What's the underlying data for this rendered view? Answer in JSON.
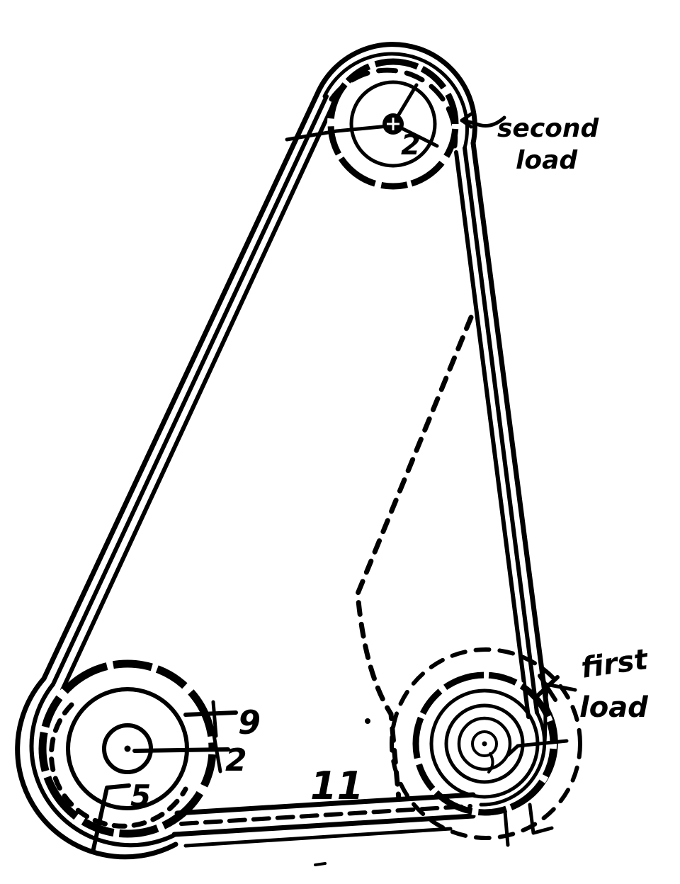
{
  "figure": {
    "background_color": "#ffffff",
    "ink_color": "#000000",
    "annotations": {
      "second_load": {
        "line1": "second",
        "line2": "load"
      },
      "first_load": {
        "line1": "first",
        "line2": "load"
      }
    },
    "numerals": {
      "top_pulley_hub": "2",
      "left_pulley_rim": "9",
      "left_pulley_hub": "2",
      "left_pulley_groove": "5",
      "bottom_belt": "11"
    }
  }
}
